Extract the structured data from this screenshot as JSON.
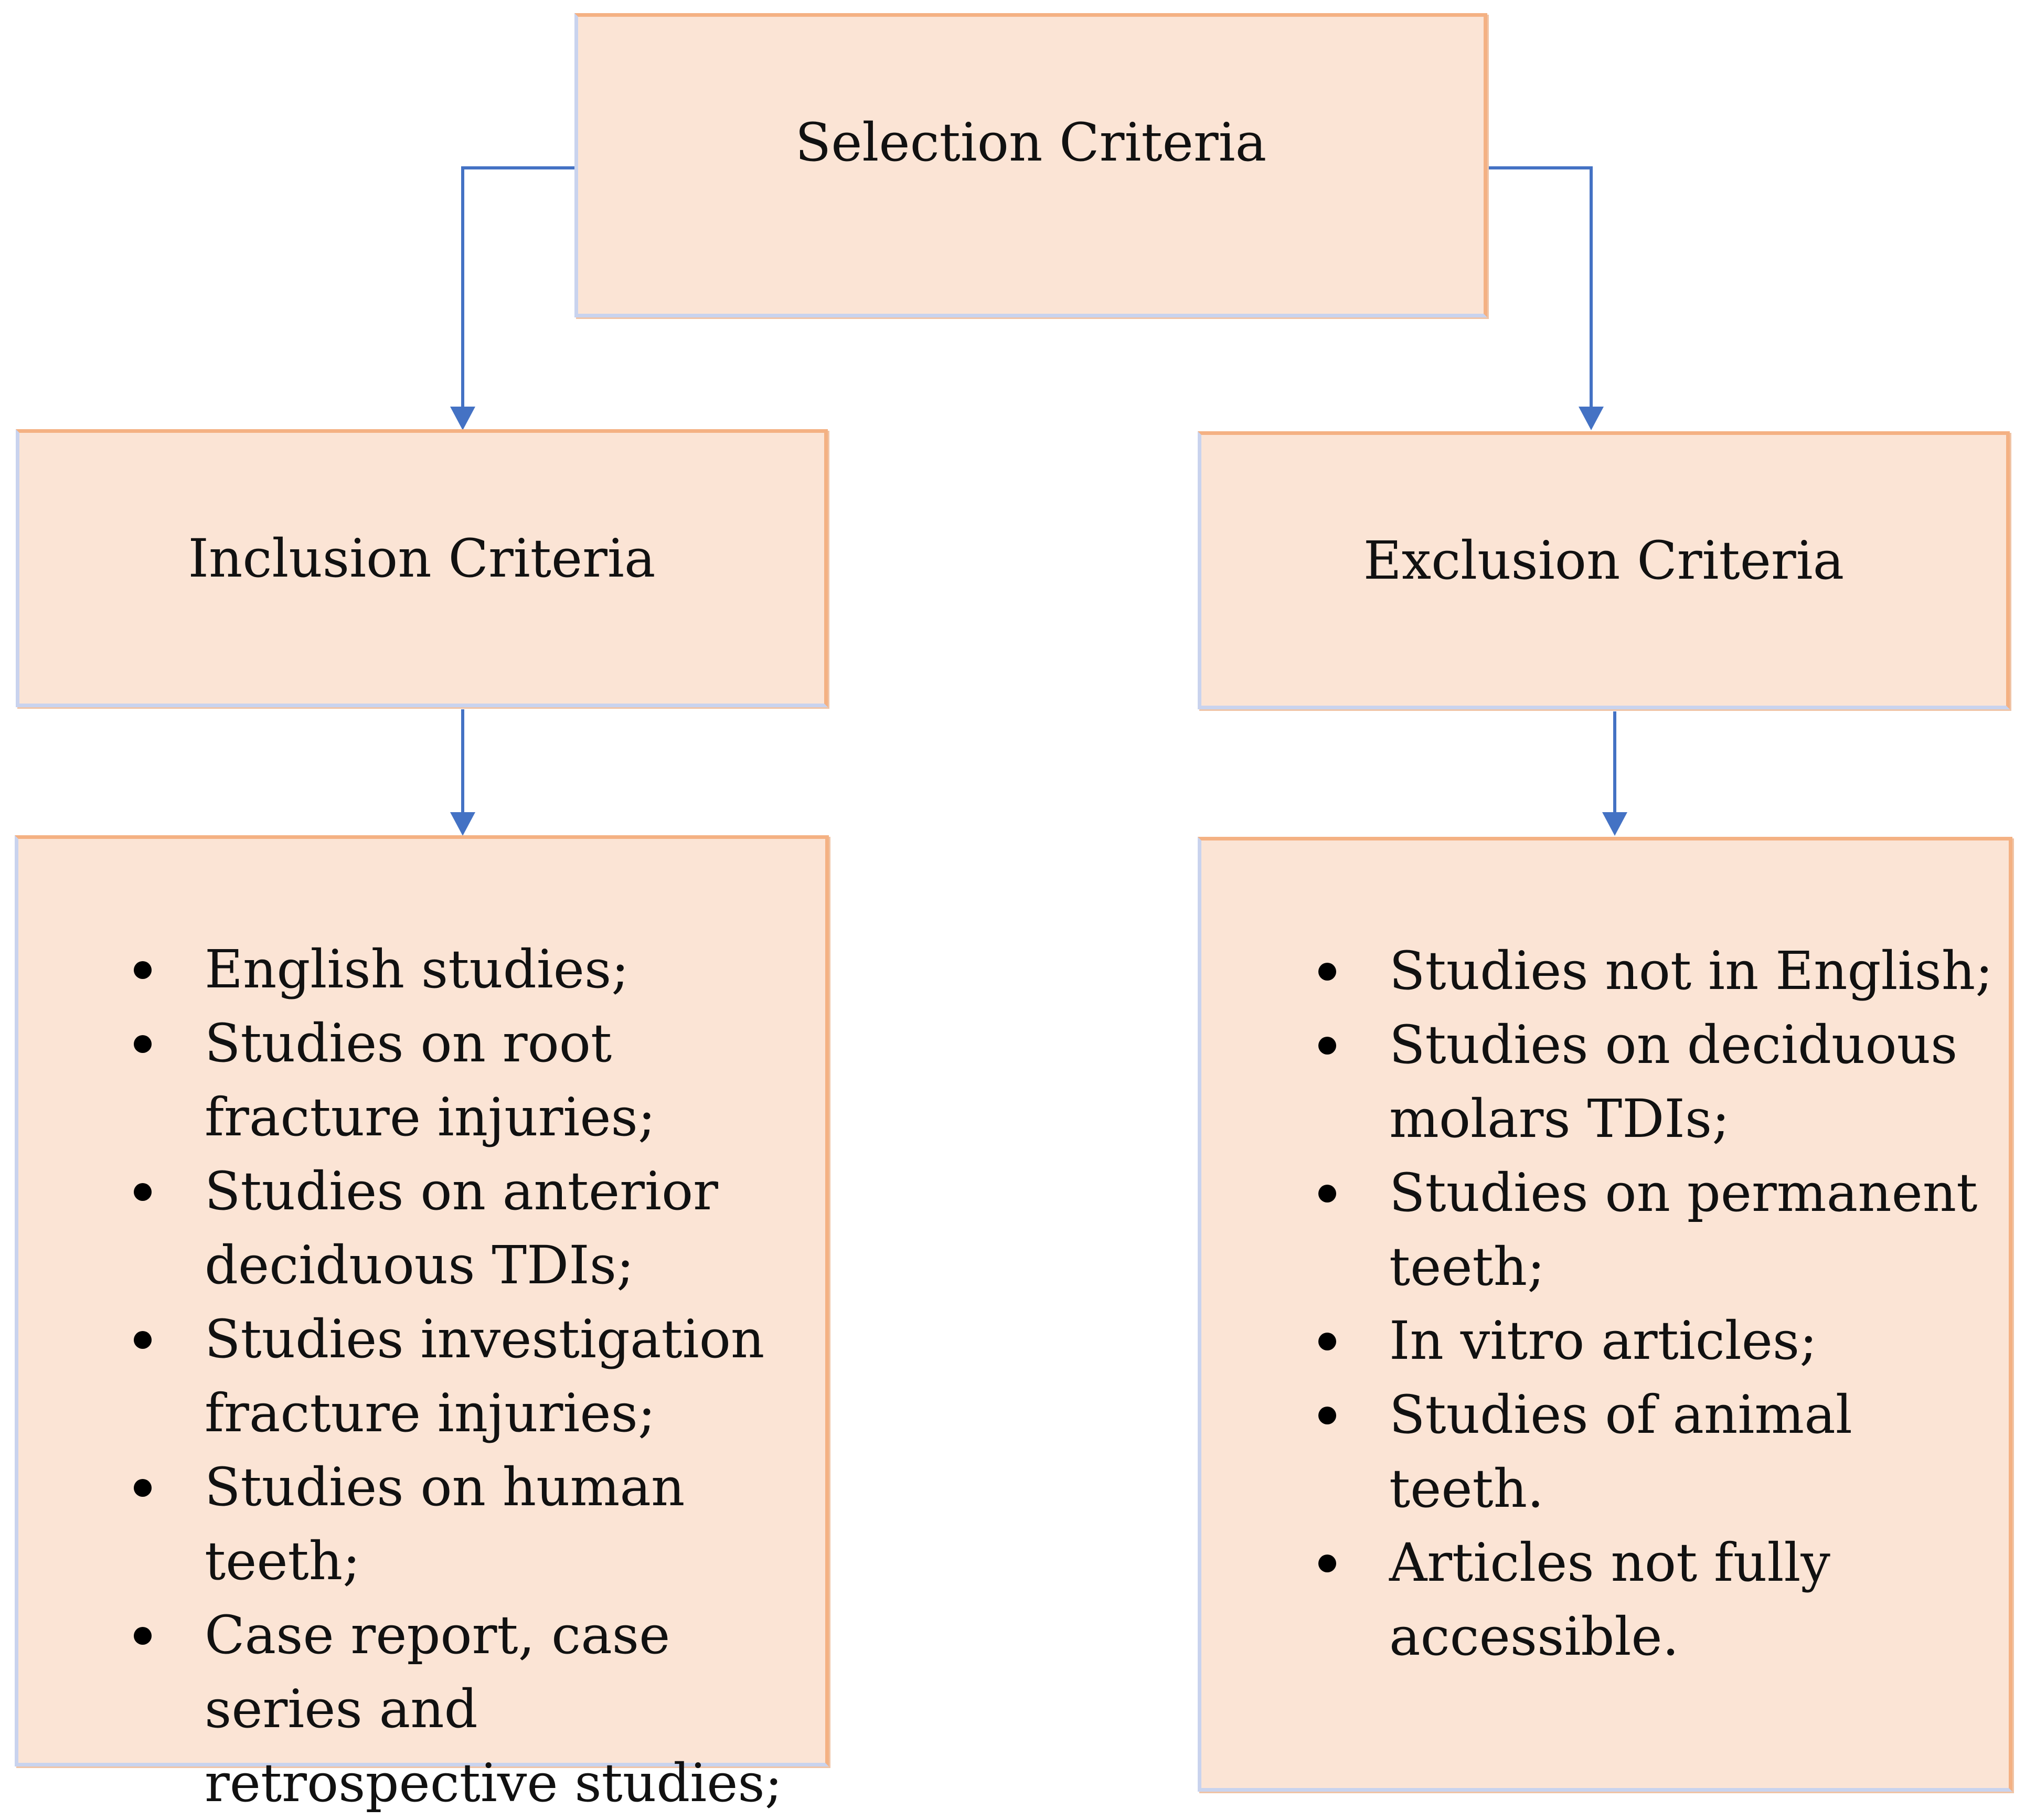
{
  "colors": {
    "box_fill": "#fbe4d5",
    "box_border_warm": "#f4b183",
    "box_border_cool": "#c9d3ee",
    "connector": "#4472c4",
    "text": "#111111"
  },
  "diagram": {
    "root": {
      "label": "Selection Criteria"
    },
    "inclusion": {
      "label": "Inclusion Criteria",
      "items": [
        "English studies;",
        "Studies on root fracture injuries;",
        "Studies on anterior deciduous TDIs;",
        "Studies investigation fracture injuries;",
        "Studies on human teeth;",
        "Case report, case series and retrospective studies;"
      ]
    },
    "exclusion": {
      "label": "Exclusion Criteria",
      "items": [
        "Studies not in English;",
        "Studies on deciduous molars TDIs;",
        "Studies on permanent teeth;",
        "In vitro articles;",
        "Studies of animal teeth.",
        "Articles not fully accessible."
      ]
    }
  }
}
